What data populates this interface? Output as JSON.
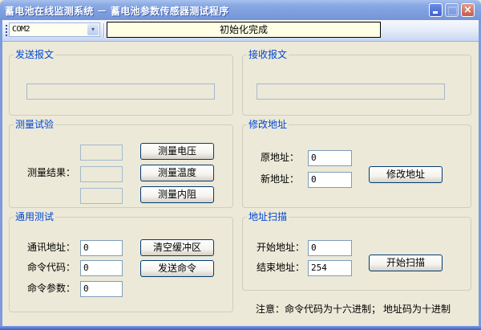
{
  "window": {
    "title": "蓄电池在线监测系统 － 蓄电池参数传感器测试程序",
    "controls": {
      "minimize": "minimize",
      "maximize": "maximize",
      "close": "×"
    }
  },
  "toolbar": {
    "port_select": {
      "value": "COM2",
      "arrow": "▾"
    },
    "status": "初始化完成"
  },
  "send_group": {
    "title": "发送报文",
    "message": ""
  },
  "receive_group": {
    "title": "接收报文",
    "message": ""
  },
  "measure_group": {
    "title": "测量试验",
    "result_label": "测量结果：",
    "results": [
      "",
      "",
      ""
    ],
    "buttons": [
      "测量电压",
      "测量温度",
      "测量内阻"
    ]
  },
  "modify_group": {
    "title": "修改地址",
    "old_label": "原地址：",
    "old_value": "0",
    "new_label": "新地址：",
    "new_value": "0",
    "button": "修改地址"
  },
  "general_group": {
    "title": "通用测试",
    "addr_label": "通讯地址：",
    "addr_value": "0",
    "cmd_label": "命令代码：",
    "cmd_value": "0",
    "param_label": "命令参数：",
    "param_value": "0",
    "clear_button": "清空缓冲区",
    "send_button": "发送命令"
  },
  "scan_group": {
    "title": "地址扫描",
    "start_label": "开始地址：",
    "start_value": "0",
    "end_label": "结束地址：",
    "end_value": "254",
    "button": "开始扫描"
  },
  "note": {
    "part1": "注意：命令代码为十六进制；",
    "part2": "地址码为十进制"
  },
  "colors": {
    "titlebar": "#7E9FDF",
    "group_title": "#0046D5",
    "background": "#ECE9D8",
    "status_bg": "#FFFFE6"
  }
}
